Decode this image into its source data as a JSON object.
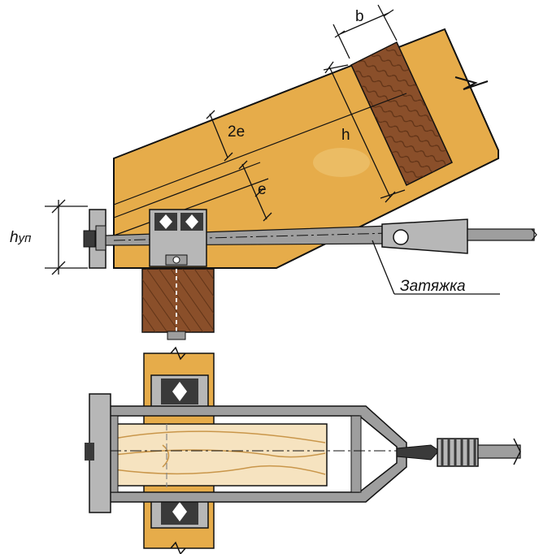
{
  "labels": {
    "b": "b",
    "h": "h",
    "two_e": "2e",
    "e": "e",
    "h_main": "h",
    "h_sub": "уп",
    "tie": "Затяжка"
  },
  "colors": {
    "wood": "#E6AC4A",
    "wood_light": "#EFC777",
    "beam_section": "#8A4F2A",
    "steel_plate": "#B7B7B7",
    "steel_dark": "#3A3A3A",
    "rod": "#9E9E9E",
    "light_wood": "#F6E3C0",
    "outline": "#111111"
  }
}
